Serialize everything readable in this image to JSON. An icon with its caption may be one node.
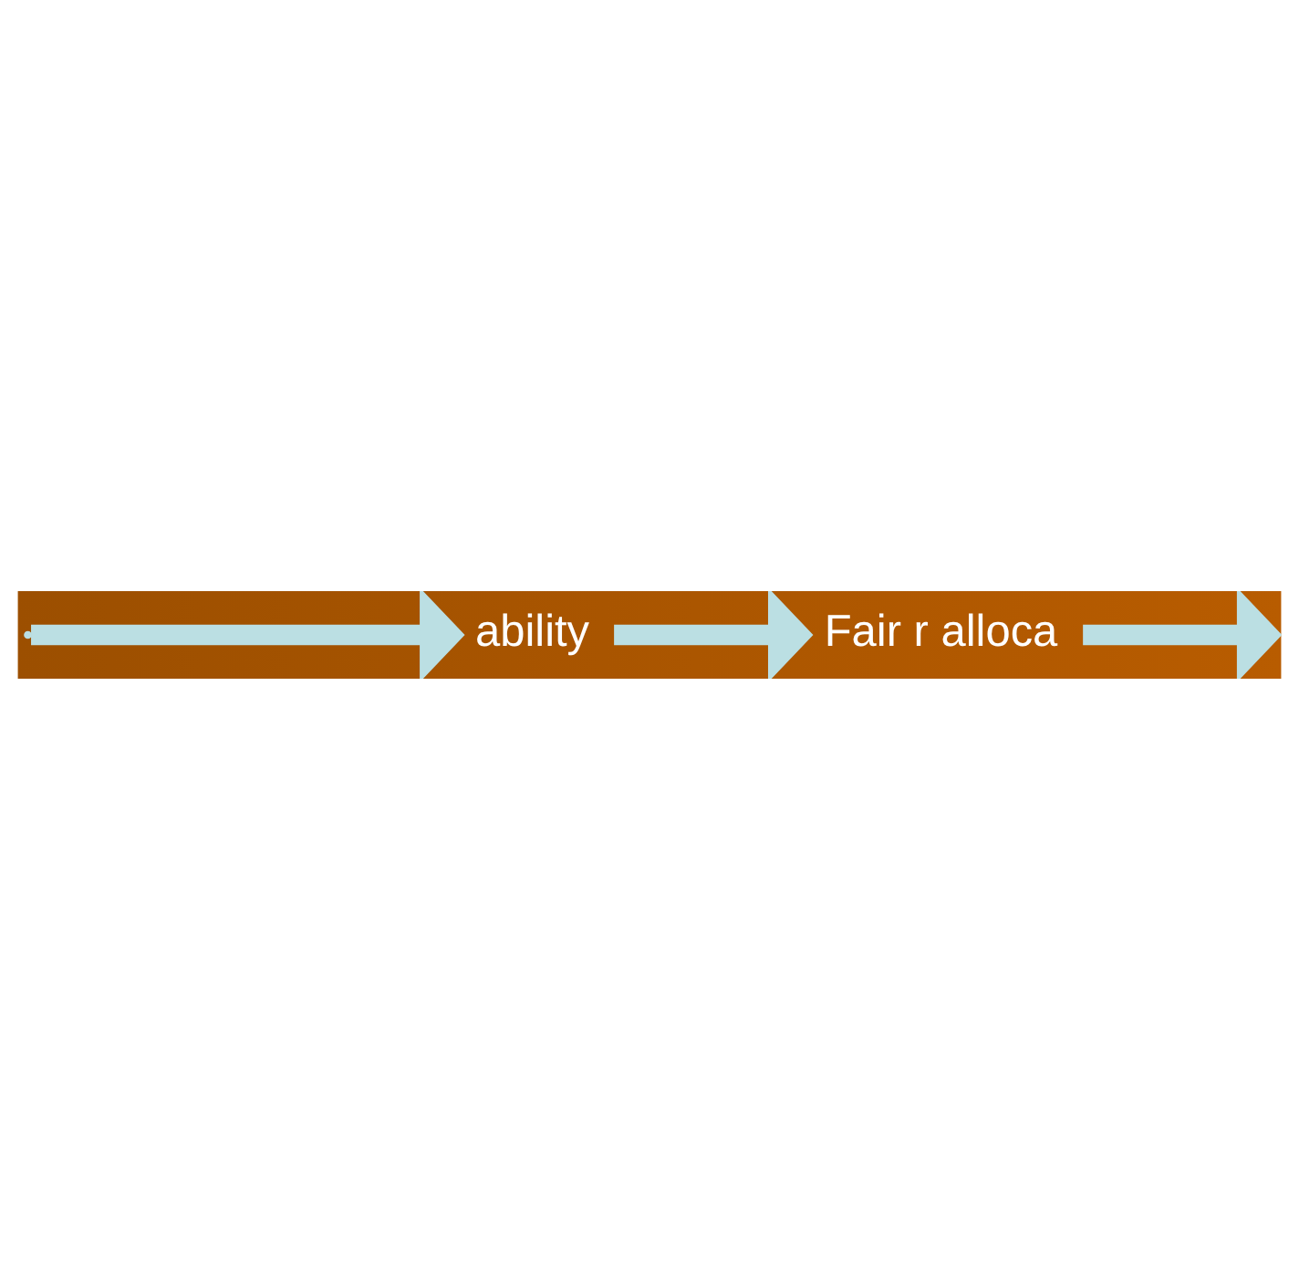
{
  "diagram": {
    "nodes": [
      {
        "text": [
          "ability"
        ]
      },
      {
        "text": [
          "Fair r alloca"
        ]
      }
    ],
    "edges": [
      {
        "from": 0,
        "to": 1,
        "arrow": "to"
      },
      {
        "from": 1,
        "to": null,
        "arrow": "to"
      },
      {
        "from": null,
        "to": 0,
        "arrow": "to"
      }
    ]
  }
}
